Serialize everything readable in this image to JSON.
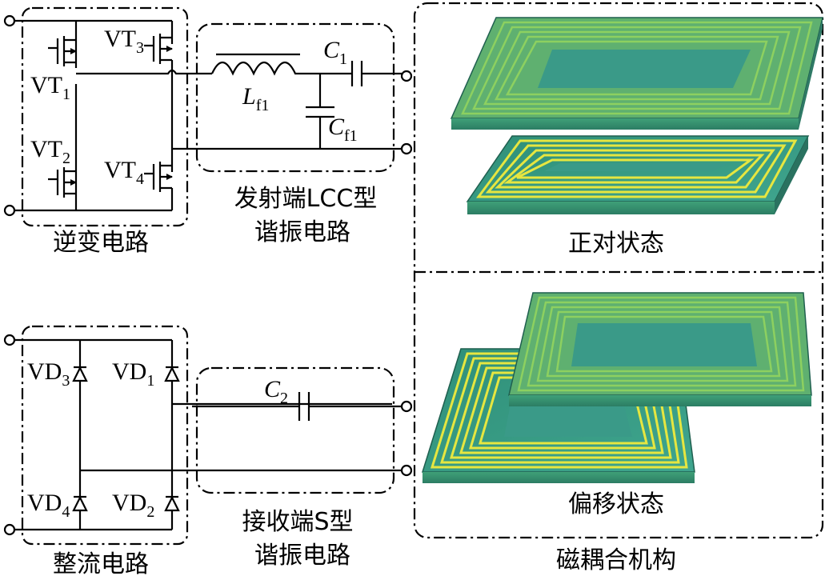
{
  "inverter": {
    "title": "逆变电路",
    "vt1": {
      "base": "VT",
      "sub": "1"
    },
    "vt2": {
      "base": "VT",
      "sub": "2"
    },
    "vt3": {
      "base": "VT",
      "sub": "3"
    },
    "vt4": {
      "base": "VT",
      "sub": "4"
    }
  },
  "tx_lcc": {
    "title_line1": "发射端LCC型",
    "title_line2": "谐振电路",
    "lf1": {
      "base": "L",
      "sub": "f1"
    },
    "c1": {
      "base": "C",
      "sub": "1"
    },
    "cf1": {
      "base": "C",
      "sub": "f1"
    }
  },
  "rectifier": {
    "title": "整流电路",
    "vd1": {
      "base": "VD",
      "sub": "1"
    },
    "vd2": {
      "base": "VD",
      "sub": "2"
    },
    "vd3": {
      "base": "VD",
      "sub": "3"
    },
    "vd4": {
      "base": "VD",
      "sub": "4"
    }
  },
  "rx_s": {
    "title_line1": "接收端S型",
    "title_line2": "谐振电路",
    "c2": {
      "base": "C",
      "sub": "2"
    }
  },
  "coupler": {
    "title": "磁耦合机构",
    "aligned_label": "正对状态",
    "offset_label": "偏移状态"
  },
  "colors": {
    "coil_outer": "#5fb070",
    "coil_inner": "#3a9a88",
    "wire_yellow": "#e6e640",
    "line": "#000000"
  }
}
